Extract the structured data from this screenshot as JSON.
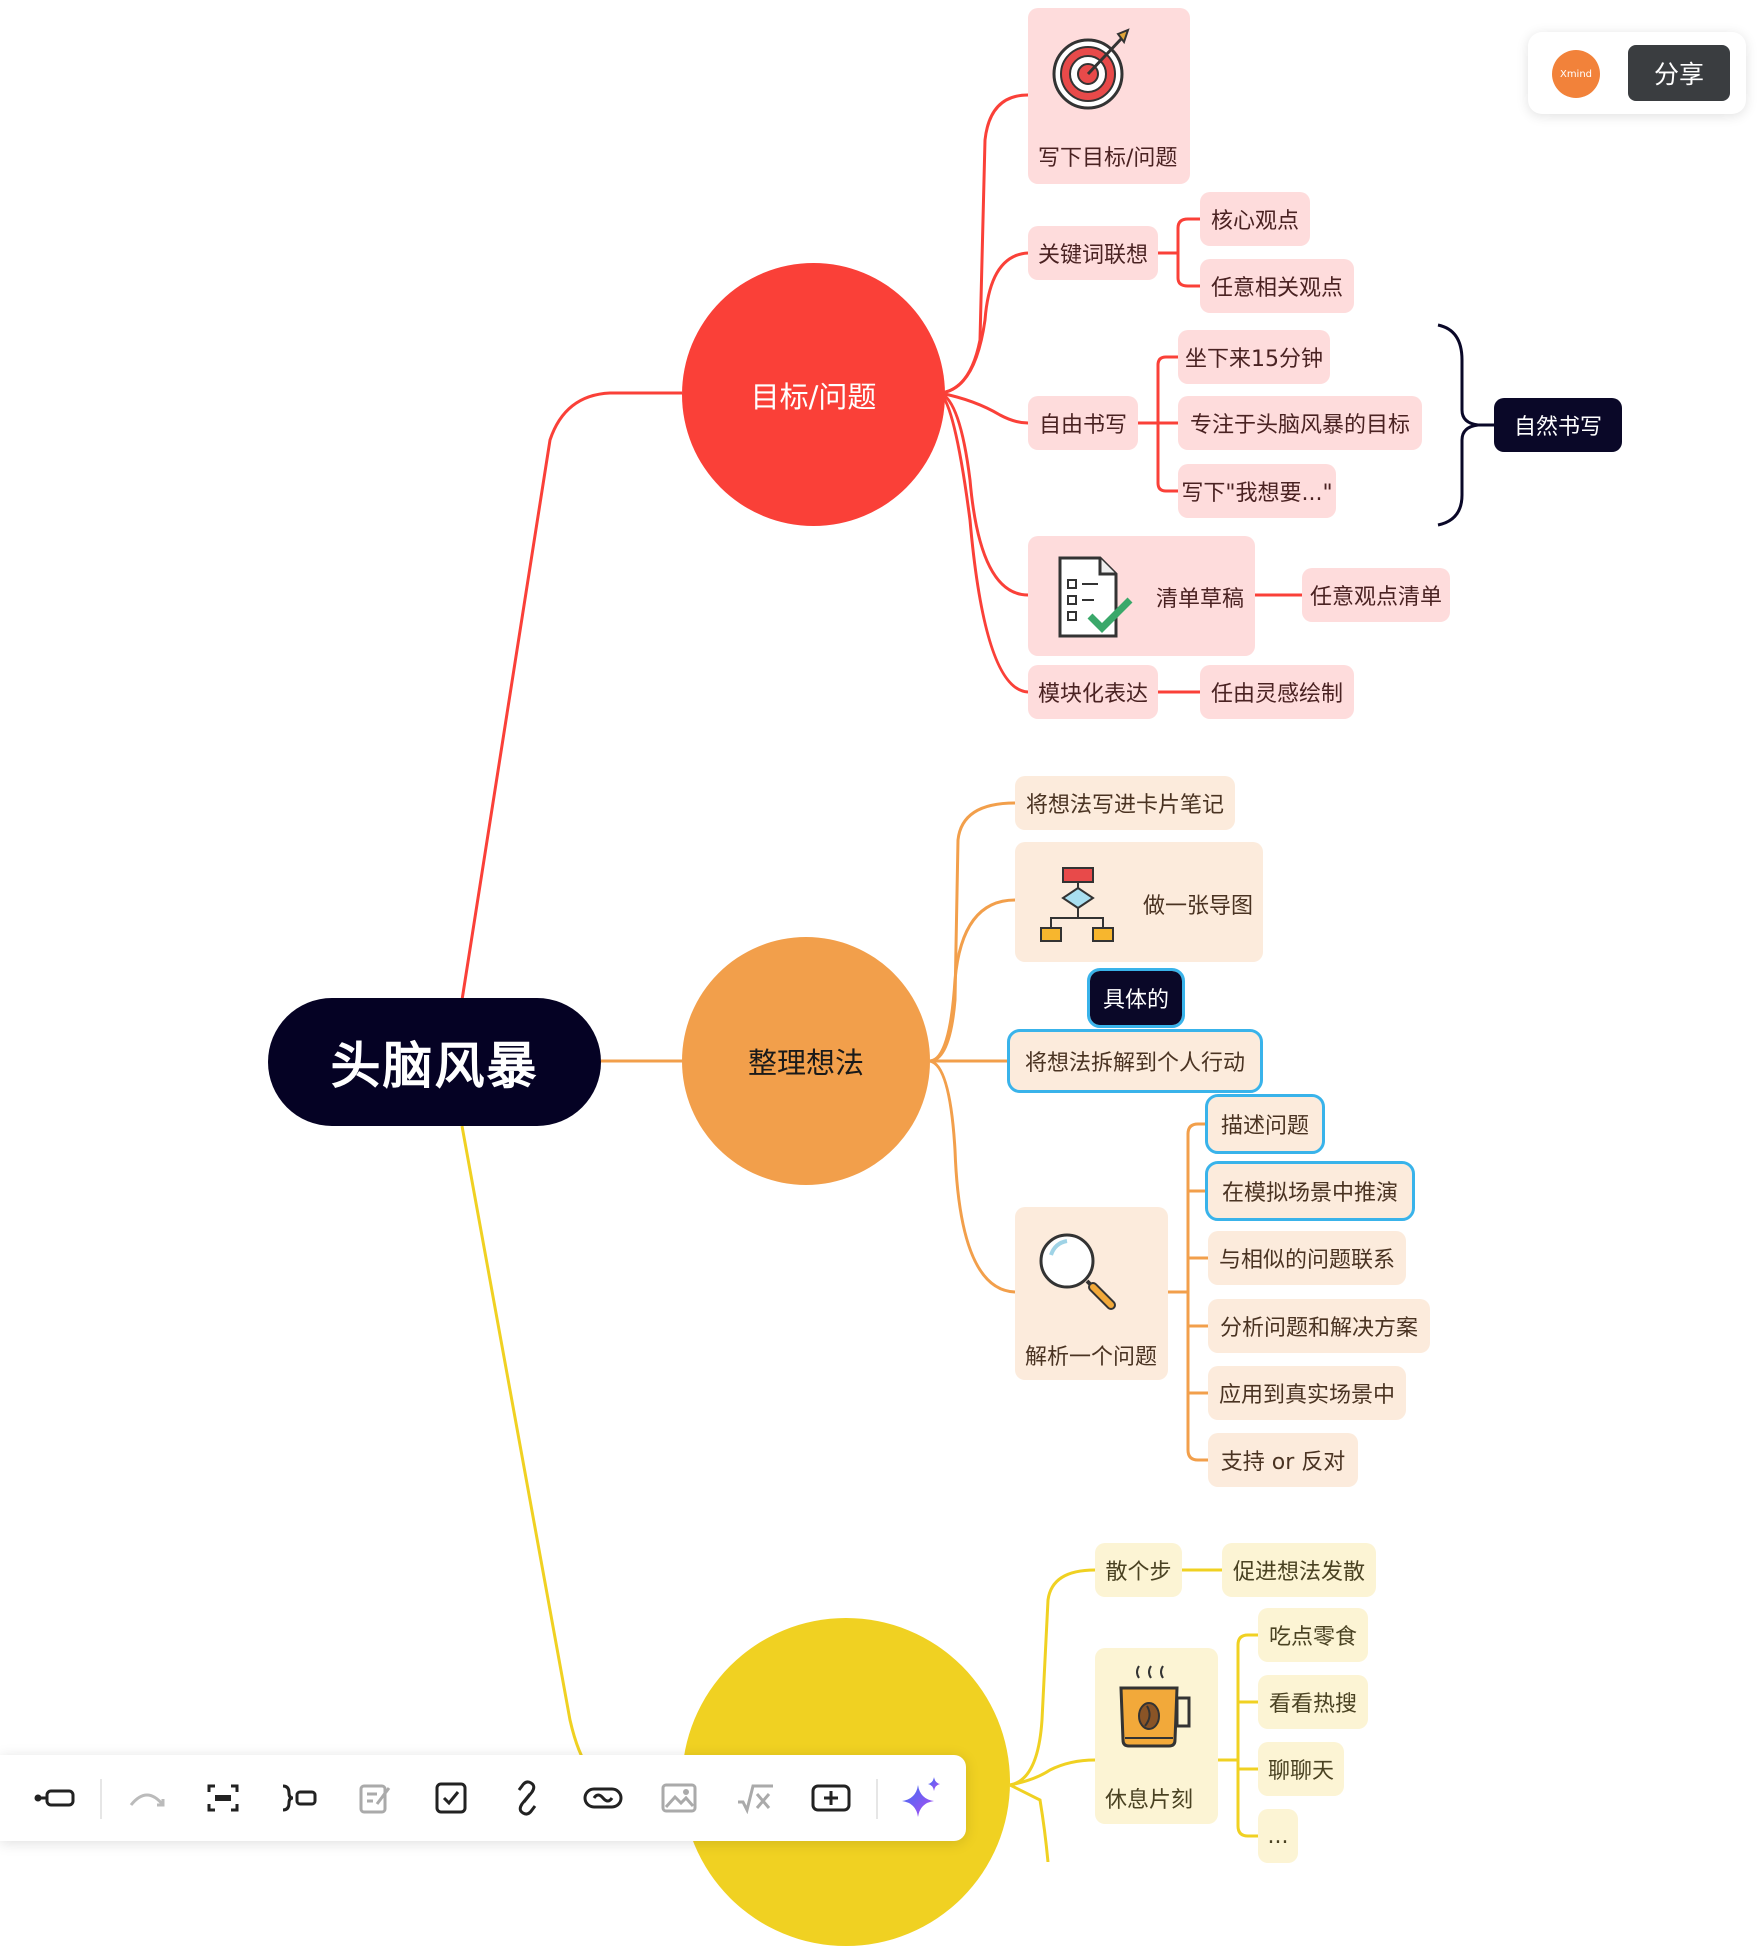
{
  "app": {
    "logo_label": "Xmind",
    "share_label": "分享"
  },
  "mindmap": {
    "central": "头脑风暴",
    "branch1": {
      "title": "目标/问题",
      "color": "#fa4038",
      "goal": "写下目标/问题",
      "keyword": {
        "label": "关键词联想",
        "children": [
          "核心观点",
          "任意相关观点"
        ]
      },
      "freewrite": {
        "label": "自由书写",
        "children": [
          "坐下来15分钟",
          "专注于头脑风暴的目标",
          "写下\"我想要...\""
        ],
        "summary": "自然书写"
      },
      "checklist": {
        "label": "清单草稿",
        "child": "任意观点清单"
      },
      "modular": {
        "label": "模块化表达",
        "child": "任由灵感绘制"
      }
    },
    "branch2": {
      "title": "整理想法",
      "color": "#f29f4b",
      "card_notes": "将想法写进卡片笔记",
      "make_map": "做一张导图",
      "action": {
        "label": "将想法拆解到个人行动",
        "callout": "具体的"
      },
      "analyze": {
        "label": "解析一个问题",
        "children": [
          "描述问题",
          "在模拟场景中推演",
          "与相似的问题联系",
          "分析问题和解决方案",
          "应用到真实场景中",
          "支持 or 反对"
        ]
      }
    },
    "branch3": {
      "color": "#f0d122",
      "walk": {
        "label": "散个步",
        "child": "促进想法发散"
      },
      "rest": {
        "label": "休息片刻",
        "children": [
          "吃点零食",
          "看看热搜",
          "聊聊天",
          "..."
        ]
      }
    }
  },
  "toolbar": {
    "icons": [
      "topic-icon",
      "relationship-icon",
      "boundary-icon",
      "summary-icon",
      "note-icon",
      "task-icon",
      "link-icon",
      "hyperlink-icon",
      "image-icon",
      "equation-icon",
      "insert-icon",
      "ai-sparkle-icon"
    ]
  }
}
